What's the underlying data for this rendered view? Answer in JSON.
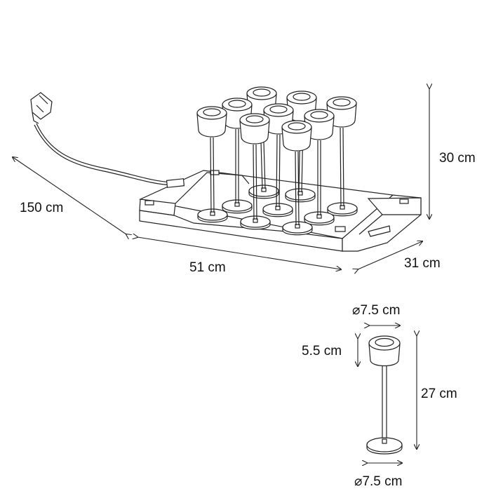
{
  "dimensions": {
    "cable_length": "150 cm",
    "tray_length": "51 cm",
    "tray_depth": "31 cm",
    "total_height": "30 cm"
  },
  "lamp_dimensions": {
    "shade_diameter": "⌀7.5 cm",
    "shade_height": "5.5 cm",
    "lamp_height": "27 cm",
    "base_diameter": "⌀7.5 cm"
  },
  "icons": [
    "plug-icon",
    "lamp-icon",
    "charging-tray-icon"
  ],
  "colors": {
    "line": "#222222",
    "background": "#ffffff"
  }
}
